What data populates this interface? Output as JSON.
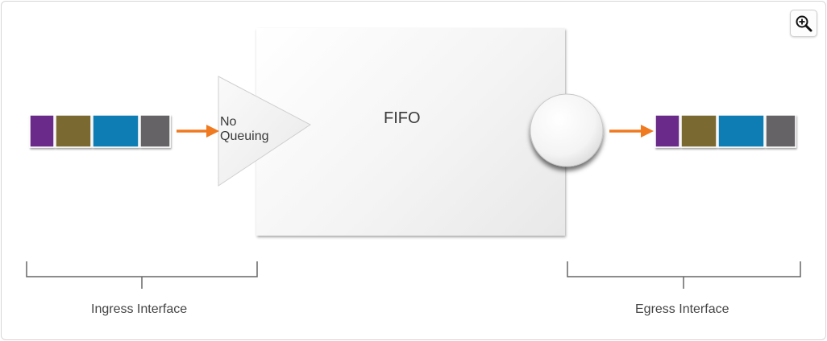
{
  "diagram": {
    "queue_label": "FIFO",
    "input_triangle_label": [
      "No",
      "Queuing"
    ],
    "ingress_label": "Ingress Interface",
    "egress_label": "Egress Interface"
  },
  "packets": {
    "colors": [
      "#6a2c8a",
      "#7a6b30",
      "#0a7db3",
      "#666366"
    ]
  },
  "colors": {
    "arrow": "#f07a20",
    "bracket": "#666666"
  },
  "controls": {
    "zoom_icon": "zoom-in-icon"
  }
}
